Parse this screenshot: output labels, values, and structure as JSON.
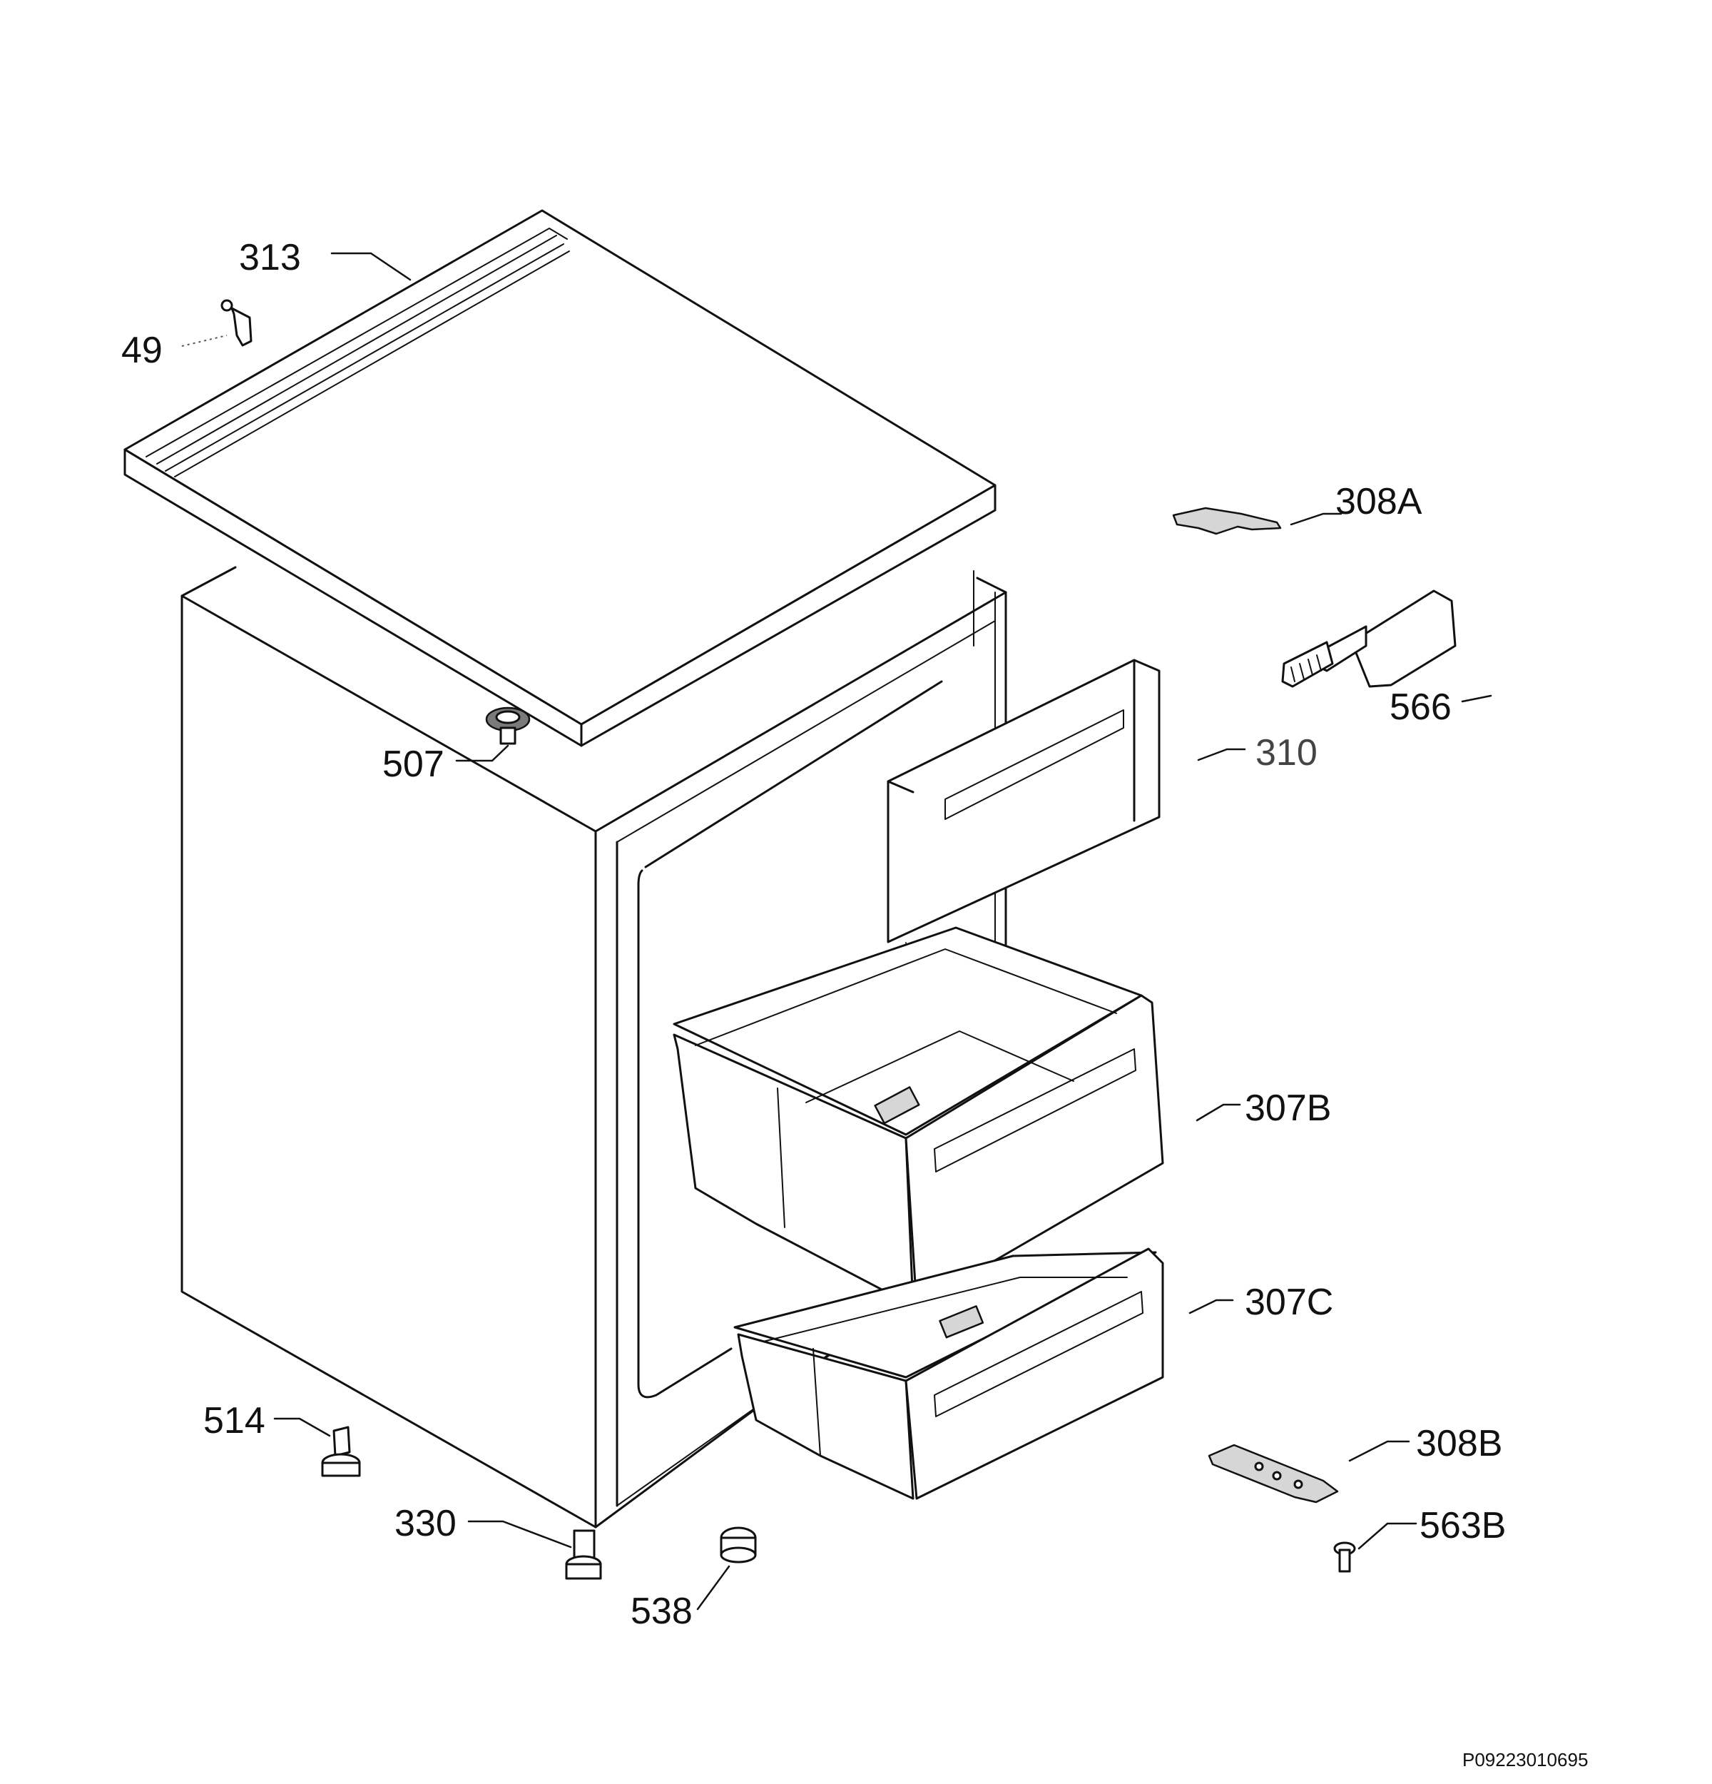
{
  "labels": {
    "p313": "313",
    "p49": "49",
    "p308a": "308A",
    "p566": "566",
    "p310": "310",
    "p507": "507",
    "p307b": "307B",
    "p307c": "307C",
    "p514": "514",
    "p308b": "308B",
    "p330": "330",
    "p563b": "563B",
    "p538": "538"
  },
  "drawing_number": "P09223010695"
}
